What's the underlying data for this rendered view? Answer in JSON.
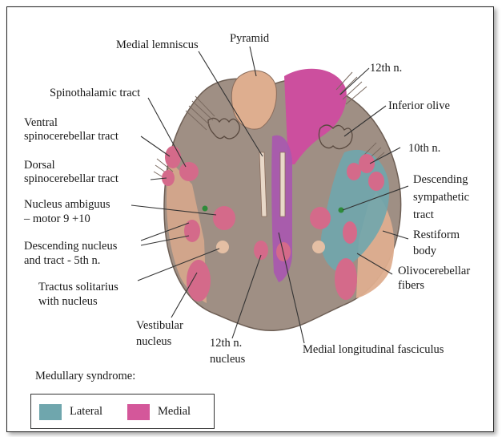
{
  "labels": {
    "medial_lemniscus": "Medial lemniscus",
    "pyramid": "Pyramid",
    "n12": "12th n.",
    "spinothalamic": "Spinothalamic tract",
    "inferior_olive": "Inferior olive",
    "ventral_scb_1": "Ventral",
    "ventral_scb_2": "spinocerebellar tract",
    "n10": "10th n.",
    "dorsal_scb_1": "Dorsal",
    "dorsal_scb_2": "spinocerebellar tract",
    "desc_symp_1": "Descending",
    "desc_symp_2": "sympathetic",
    "desc_symp_3": "tract",
    "ambiguus_1": "Nucleus ambiguus",
    "ambiguus_2": "– motor 9 +10",
    "restiform_1": "Restiform",
    "restiform_2": "body",
    "desc_nucleus_1": "Descending nucleus",
    "desc_nucleus_2": "and tract - 5th n.",
    "olivocerebellar_1": "Olivocerebellar",
    "olivocerebellar_2": "fibers",
    "solitarius_1": "Tractus solitarius",
    "solitarius_2": "with nucleus",
    "vestibular_1": "Vestibular",
    "vestibular_2": "nucleus",
    "n12_nucleus_1": "12th n.",
    "n12_nucleus_2": "nucleus",
    "mlf": "Medial longitudinal fasciculus"
  },
  "legend": {
    "title": "Medullary syndrome:",
    "lateral_label": "Lateral",
    "medial_label": "Medial",
    "lateral_color": "#6fa6ad",
    "medial_color": "#d4579a"
  },
  "colors": {
    "tissue": "#9f8f84",
    "tan": "#deae8f",
    "pink_nucleus": "#d46a8a",
    "medial_zone": "#c94a9b",
    "lateral_zone": "#6fa6ad"
  }
}
